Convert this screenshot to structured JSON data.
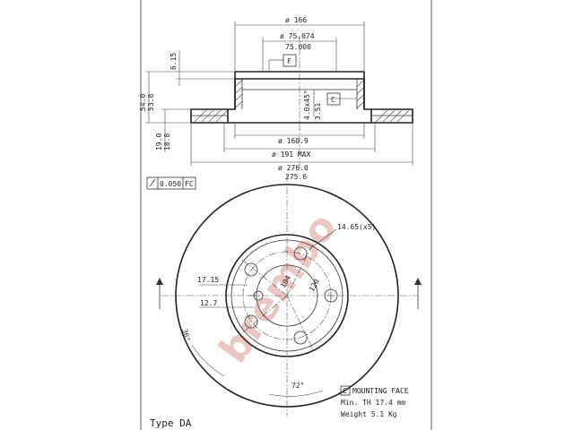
{
  "dimensions": {
    "d166": "ø 166",
    "d75074": "ø 75.074",
    "d75000": "75.000",
    "h615": "6.15",
    "h540": "54.0",
    "h538": "53.8",
    "h190": "19.0",
    "h188": "18.8",
    "chamfer": "4.0x45°",
    "h351": "3.51",
    "d1609": "ø 160.9",
    "d191": "ø 191 MAX",
    "d2760": "ø 276.0",
    "d2756": "275.6",
    "holes": "14.65(x5)",
    "d104": "104",
    "d120": "120",
    "r1715": "17.15",
    "r127": "12.7",
    "ang36": "36°",
    "ang72": "72°"
  },
  "markers": {
    "datum_f": "F",
    "datum_c": "C",
    "tolerance_value": "0.050",
    "tolerance_ref": "FC"
  },
  "notes": {
    "mounting_code": "C",
    "mounting_face": "MOUNTING FACE",
    "min_th": "Min. TH 17.4 mm",
    "weight": "Weight  5.1 Kg",
    "type": "Type DA"
  },
  "colors": {
    "background": "#ffffff",
    "line": "#333333",
    "watermark": "#b0382c"
  },
  "watermark_text": "brembo"
}
